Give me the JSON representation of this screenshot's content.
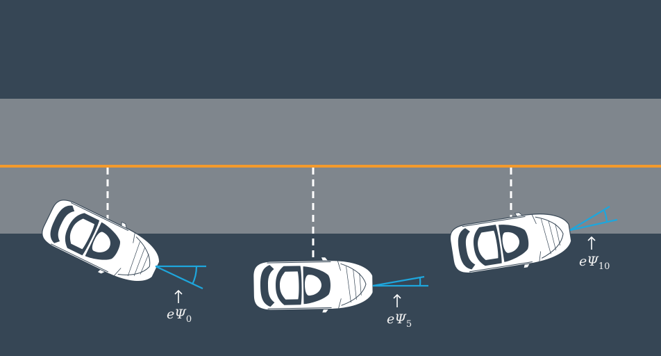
{
  "colors": {
    "background": "#364655",
    "road": "#7f868d",
    "center_line": "#f39a2c",
    "reference_dash": "#ffffff",
    "heading_error": "#1ea6dc",
    "car_body": "#ffffff",
    "car_detail": "#364655"
  },
  "labels": {
    "car0": {
      "main": "eΨ",
      "sub": "0"
    },
    "car1": {
      "main": "eΨ",
      "sub": "5"
    },
    "car2": {
      "main": "eΨ",
      "sub": "10"
    }
  },
  "icons": [
    "car-top-view-icon",
    "up-arrow-icon"
  ]
}
